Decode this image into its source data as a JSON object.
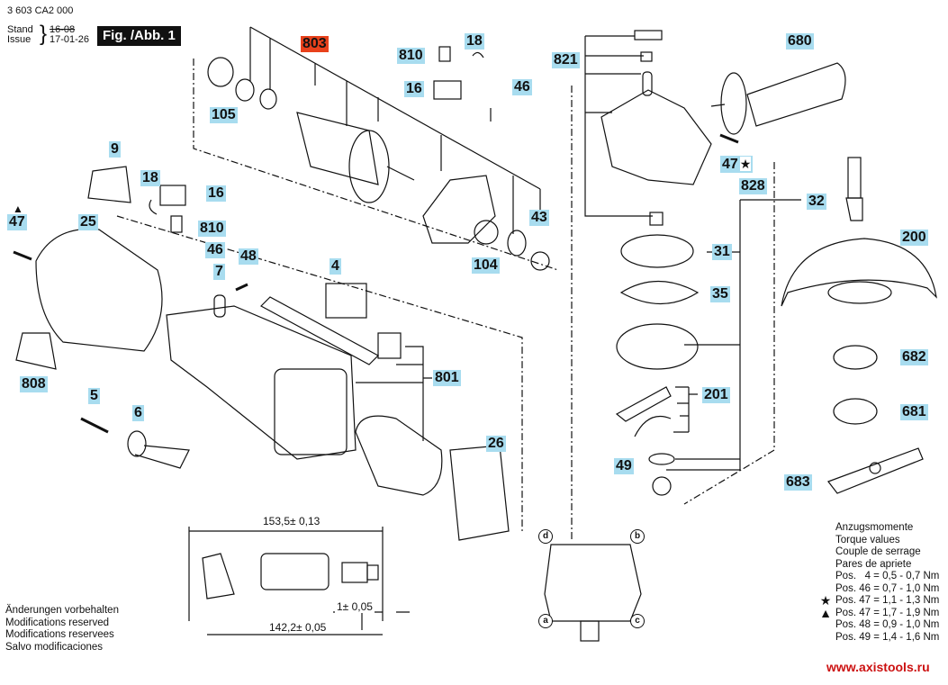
{
  "header": {
    "part_number": "3 603 CA2 000",
    "stand_label": "Stand",
    "issue_label": "Issue",
    "old_date": "16-08",
    "date": "17-01-26",
    "figure_label": "Fig. /Abb. 1"
  },
  "callouts": {
    "p803": "803",
    "p810a": "810",
    "p18a": "18",
    "p16a": "16",
    "p46a": "46",
    "p105": "105",
    "p9": "9",
    "p18b": "18",
    "p16b": "16",
    "p47a": "47",
    "p25": "25",
    "p810b": "810",
    "p46b": "46",
    "p48": "48",
    "p7": "7",
    "p4": "4",
    "p808": "808",
    "p5": "5",
    "p6": "6",
    "p801": "801",
    "p26": "26",
    "p43": "43",
    "p104": "104",
    "p821": "821",
    "p680": "680",
    "p47b": "47",
    "p828": "828",
    "p32": "32",
    "p31": "31",
    "p200": "200",
    "p35": "35",
    "p682": "682",
    "p201": "201",
    "p681": "681",
    "p49": "49",
    "p683": "683"
  },
  "symbols": {
    "star": "★",
    "triangle": "▲"
  },
  "dimensions": {
    "overall": "153,5± 0,13",
    "offset": "1± 0,05",
    "inner": "142,2± 0,05"
  },
  "screw_markers": [
    "d",
    "b",
    "a",
    "c"
  ],
  "disclaimer": [
    "Änderungen vorbehalten",
    "Modifications reserved",
    "Modifications reservees",
    "Salvo modificaciones"
  ],
  "torque": {
    "titles": [
      "Anzugsmomente",
      "Torque values",
      "Couple de serrage",
      "Pares de apriete"
    ],
    "rows": [
      {
        "mark": "",
        "text": "Pos.   4 = 0,5 - 0,7 Nm"
      },
      {
        "mark": "",
        "text": "Pos. 46 = 0,7 - 1,0 Nm"
      },
      {
        "mark": "★",
        "text": "Pos. 47 = 1,1 - 1,3 Nm"
      },
      {
        "mark": "▲",
        "text": "Pos. 47 = 1,7 - 1,9 Nm"
      },
      {
        "mark": "",
        "text": "Pos. 48 = 0,9 - 1,0 Nm"
      },
      {
        "mark": "",
        "text": "Pos. 49 = 1,4 - 1,6 Nm"
      }
    ]
  },
  "website": "www.axistools.ru",
  "colors": {
    "callout_bg": "#a8dcef",
    "highlight_bg": "#e8411b",
    "url": "#cc1111"
  }
}
